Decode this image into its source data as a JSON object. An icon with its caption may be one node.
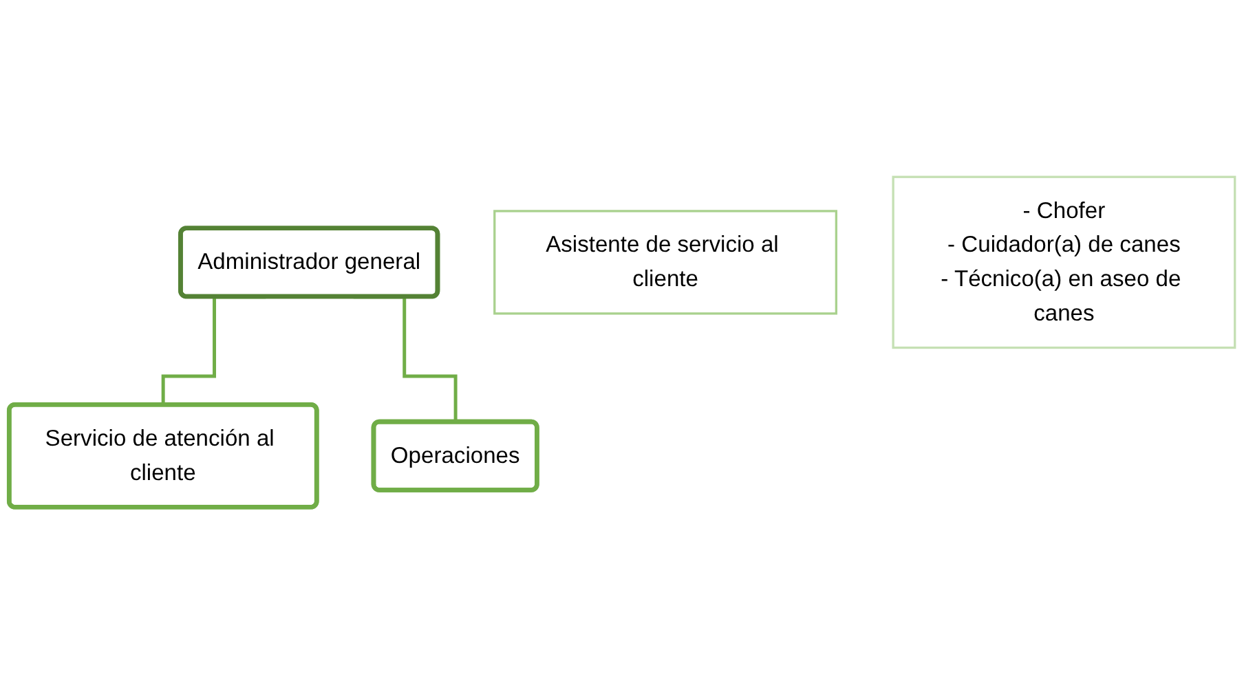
{
  "diagram": {
    "nodes": [
      {
        "text": [
          "Administrador general"
        ]
      },
      {
        "text": [
          "Servicio de atención al cliente"
        ]
      },
      {
        "text": [
          "Operaciones"
        ]
      },
      {
        "text": [
          "Asistente de servicio al cliente"
        ]
      },
      {
        "text": [
          "- Chofer",
          "- Cuidador(a) de canes",
          "- Técnico(a) en aseo de canes"
        ]
      }
    ],
    "edges": [
      {
        "from": 0,
        "to": 1,
        "arrow": "none"
      },
      {
        "from": 0,
        "to": 2,
        "arrow": "none"
      }
    ]
  }
}
